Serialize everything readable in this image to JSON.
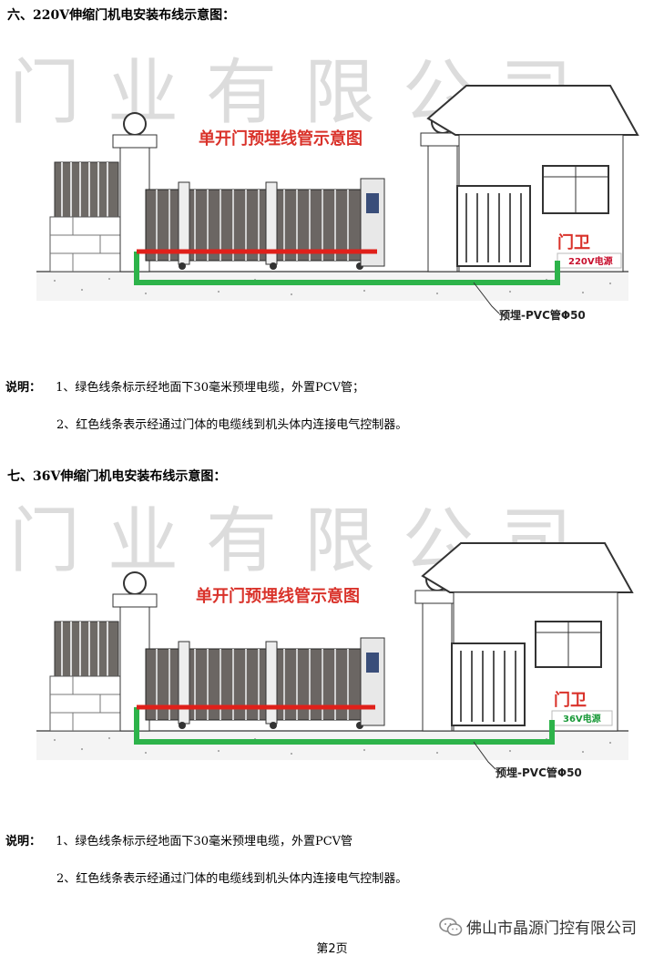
{
  "sections": [
    {
      "title": "六、220V伸缩门机电安装布线示意图：",
      "diagram": {
        "watermark": "门业有限公司",
        "heading": "单开门预埋线管示意图",
        "guard_label": "门卫",
        "power_label": "220V电源",
        "pipe_label": "预埋-PVC管Φ50"
      },
      "notes": {
        "label": "说明：",
        "item1": "1、绿色线条标示经地面下30毫米预埋电缆，外置PCV管；",
        "item2": "2、红色线条表示经通过门体的电缆线到机头体内连接电气控制器。"
      }
    },
    {
      "title": "七、36V伸缩门机电安装布线示意图：",
      "diagram": {
        "watermark": "门业有限公司",
        "heading": "单开门预埋线管示意图",
        "guard_label": "门卫",
        "power_label": "36V电源",
        "pipe_label": "预埋-PVC管Φ50"
      },
      "notes": {
        "label": "说明：",
        "item1": "1、绿色线条标示经地面下30毫米预埋电缆，外置PCV管",
        "item2": "2、红色线条表示经通过门体的电缆线到机头体内连接电气控制器。"
      }
    }
  ],
  "footer": {
    "brand": "佛山市晶源门控有限公司",
    "page": "第2页"
  },
  "colors": {
    "heading_red": "#d9322a",
    "power_red": "#c8102e",
    "power_green": "#1b9a3a",
    "cable_green": "#2db34a",
    "cable_red": "#e0201a"
  }
}
